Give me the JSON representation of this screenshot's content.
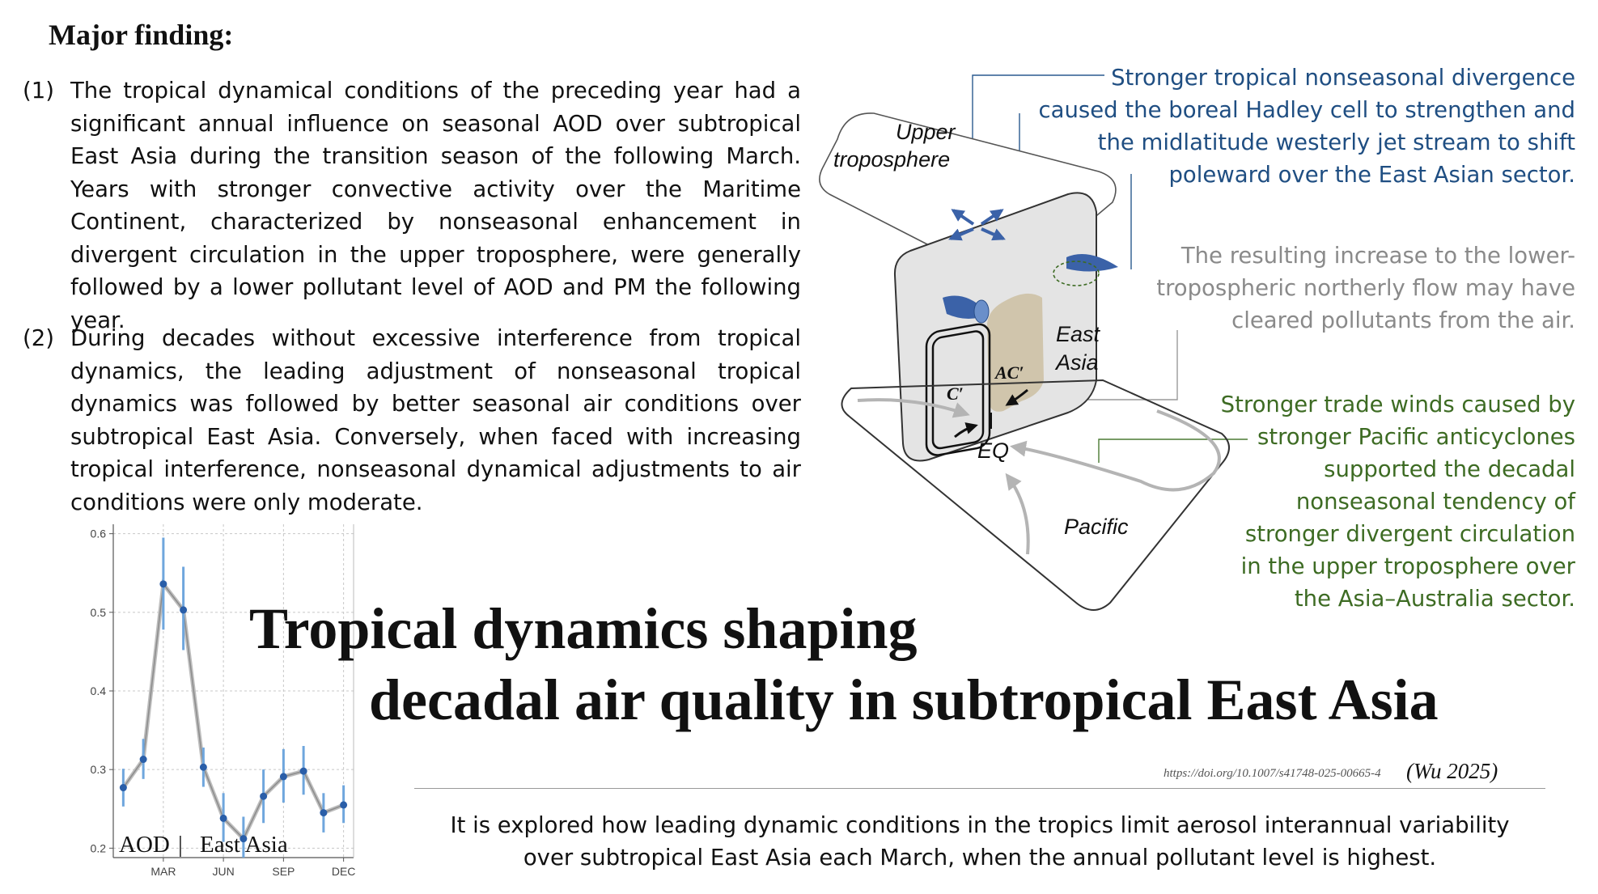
{
  "major_finding": "Major finding:",
  "findings": [
    {
      "num": "(1)",
      "text": "The tropical dynamical conditions of the preceding year had a significant annual influence on seasonal AOD over subtropical East Asia during the transition season of the following March. Years with stronger convective activity over the Maritime Continent, characterized by nonseasonal enhancement in divergent circulation in the upper troposphere, were generally followed by a lower pollutant level of AOD and PM the following year."
    },
    {
      "num": "(2)",
      "text": "During decades without excessive interference from tropical dynamics, the leading adjustment of nonseasonal tropical dynamics was followed by better seasonal air conditions over subtropical East Asia. Conversely, when faced with increasing tropical interference, nonseasonal dynamical adjustments to air conditions were only moderate."
    }
  ],
  "diagram": {
    "labels": {
      "upper": "Upper",
      "troposphere": "troposphere",
      "east": "East",
      "asia": "Asia",
      "ac": "AC′",
      "c": "C′",
      "eq": "EQ",
      "pacific": "Pacific"
    },
    "notes": {
      "blue": [
        "Stronger tropical nonseasonal divergence",
        "caused the boreal Hadley cell to strengthen and",
        "the midlatitude westerly jet stream to shift",
        "poleward over the East Asian sector."
      ],
      "gray": [
        "The resulting increase to the lower-",
        "tropospheric northerly flow may have",
        "cleared pollutants from the air."
      ],
      "green": [
        "Stronger trade winds caused by",
        "stronger Pacific anticyclones",
        "supported the decadal",
        "nonseasonal tendency of",
        "stronger divergent circulation",
        "in the upper troposphere over",
        "the Asia–Australia sector."
      ]
    },
    "colors": {
      "blue": "#1f4e82",
      "gray": "#8a8a8a",
      "green": "#3d6b23"
    }
  },
  "title": {
    "line1": "Tropical dynamics shaping",
    "line2": "decadal air quality in subtropical East Asia"
  },
  "doi": "https://doi.org/10.1007/s41748-025-00665-4",
  "citation": "(Wu 2025)",
  "summary": {
    "line1": "It is explored how leading dynamic conditions in the tropics limit aerosol interannual variability",
    "line2": "over subtropical East Asia each March, when the annual pollutant level is highest."
  },
  "chart_data": {
    "type": "line",
    "title": "",
    "label_left": "AOD",
    "label_sep": "|",
    "label_right": "East Asia",
    "xlabel": "",
    "ylabel": "",
    "x": [
      1,
      2,
      3,
      4,
      5,
      6,
      7,
      8,
      9,
      10,
      11,
      12
    ],
    "x_ticks": [
      {
        "x": 3,
        "label": "MAR"
      },
      {
        "x": 6,
        "label": "JUN"
      },
      {
        "x": 9,
        "label": "SEP"
      },
      {
        "x": 12,
        "label": "DEC"
      }
    ],
    "values": [
      0.277,
      0.313,
      0.536,
      0.503,
      0.303,
      0.238,
      0.212,
      0.266,
      0.291,
      0.298,
      0.245,
      0.255
    ],
    "error_low": [
      0.253,
      0.288,
      0.478,
      0.452,
      0.278,
      0.208,
      0.188,
      0.232,
      0.258,
      0.268,
      0.22,
      0.232
    ],
    "error_high": [
      0.301,
      0.339,
      0.595,
      0.558,
      0.328,
      0.27,
      0.24,
      0.3,
      0.326,
      0.33,
      0.27,
      0.28
    ],
    "y_ticks": [
      0.2,
      0.3,
      0.4,
      0.5,
      0.6
    ],
    "ylim": [
      0.188,
      0.612
    ],
    "xlim": [
      0.5,
      12.5
    ],
    "grid": true,
    "colors": {
      "point": "#2a5ea8",
      "errorbar": "#6fa6dd",
      "line": "#bdbdbd"
    }
  }
}
